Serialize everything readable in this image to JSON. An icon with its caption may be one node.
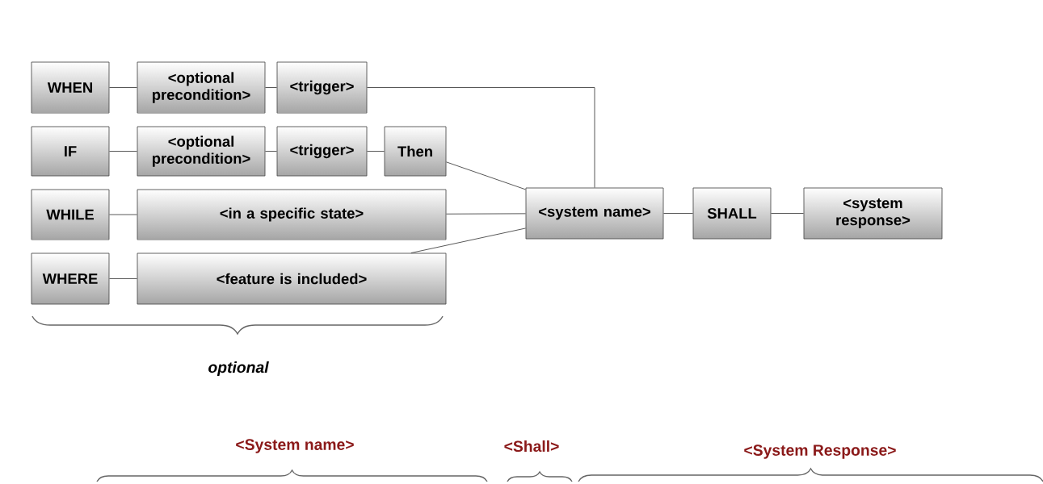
{
  "diagram": {
    "nodes": [
      {
        "text": [
          "WHEN"
        ]
      },
      {
        "text": [
          "<optional precondition>"
        ]
      },
      {
        "text": [
          "<trigger>"
        ]
      },
      {
        "text": [
          "IF"
        ]
      },
      {
        "text": [
          "<optional precondition>"
        ]
      },
      {
        "text": [
          "<trigger>"
        ]
      },
      {
        "text": [
          "Then"
        ]
      },
      {
        "text": [
          "WHILE"
        ]
      },
      {
        "text": [
          "<in a specific state>"
        ]
      },
      {
        "text": [
          "WHERE"
        ]
      },
      {
        "text": [
          "<feature is included>"
        ]
      },
      {
        "text": [
          "<system name>"
        ]
      },
      {
        "text": [
          "SHALL"
        ]
      },
      {
        "text": [
          "<system response>"
        ]
      }
    ],
    "edges": [
      {
        "from": 0,
        "to": 1,
        "arrow": "none"
      },
      {
        "from": 1,
        "to": 2,
        "arrow": "none"
      },
      {
        "from": 2,
        "to": 11,
        "arrow": "none"
      },
      {
        "from": 3,
        "to": 4,
        "arrow": "none"
      },
      {
        "from": 4,
        "to": 5,
        "arrow": "none"
      },
      {
        "from": 5,
        "to": 6,
        "arrow": "none"
      },
      {
        "from": 6,
        "to": 11,
        "arrow": "none"
      },
      {
        "from": 7,
        "to": 8,
        "arrow": "none"
      },
      {
        "from": 8,
        "to": 11,
        "arrow": "none"
      },
      {
        "from": 9,
        "to": 10,
        "arrow": "none"
      },
      {
        "from": 10,
        "to": 11,
        "arrow": "none"
      },
      {
        "from": 11,
        "to": 12,
        "arrow": "none"
      },
      {
        "from": 12,
        "to": 13,
        "arrow": "none"
      }
    ],
    "labels": [
      "optional",
      "<System name>",
      "<Shall>",
      "<System Response>"
    ]
  }
}
